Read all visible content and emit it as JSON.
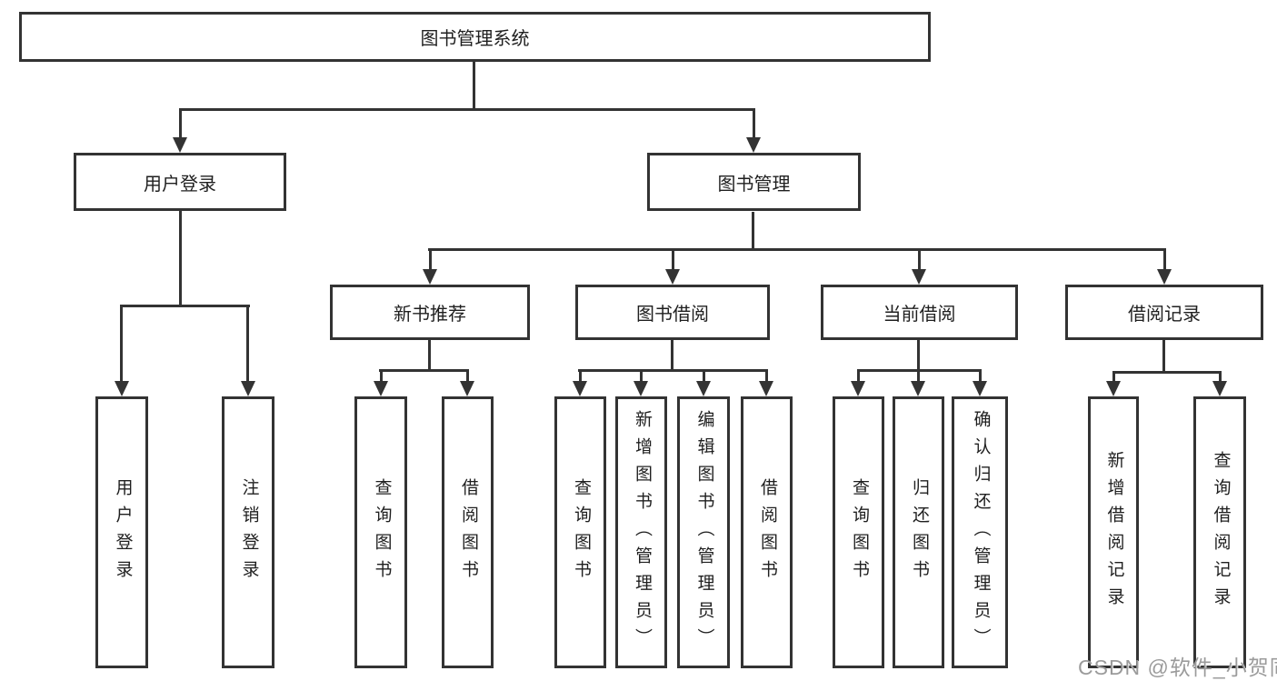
{
  "diagram": {
    "title": "图书管理系统",
    "level2": {
      "user_login": "用户登录",
      "book_mgmt": "图书管理"
    },
    "level3": {
      "new_book": "新书推荐",
      "book_borrow": "图书借阅",
      "current_borrow": "当前借阅",
      "borrow_record": "借阅记录"
    },
    "leaves": {
      "user_login": [
        "用户登录",
        "注销登录"
      ],
      "new_book": [
        "查询图书",
        "借阅图书"
      ],
      "book_borrow": [
        "查询图书",
        "新增图书（管理员）",
        "编辑图书（管理员）",
        "借阅图书"
      ],
      "current_borrow": [
        "查询图书",
        "归还图书",
        "确认归还（管理员）"
      ],
      "borrow_record": [
        "新增借阅记录",
        "查询借阅记录"
      ]
    }
  },
  "watermark": {
    "text": "CSDN @软件_小贺同学"
  },
  "colors": {
    "line": "#333333",
    "text": "#1f1f1f",
    "background": "#ffffff",
    "watermark": "#9b9b9b"
  }
}
